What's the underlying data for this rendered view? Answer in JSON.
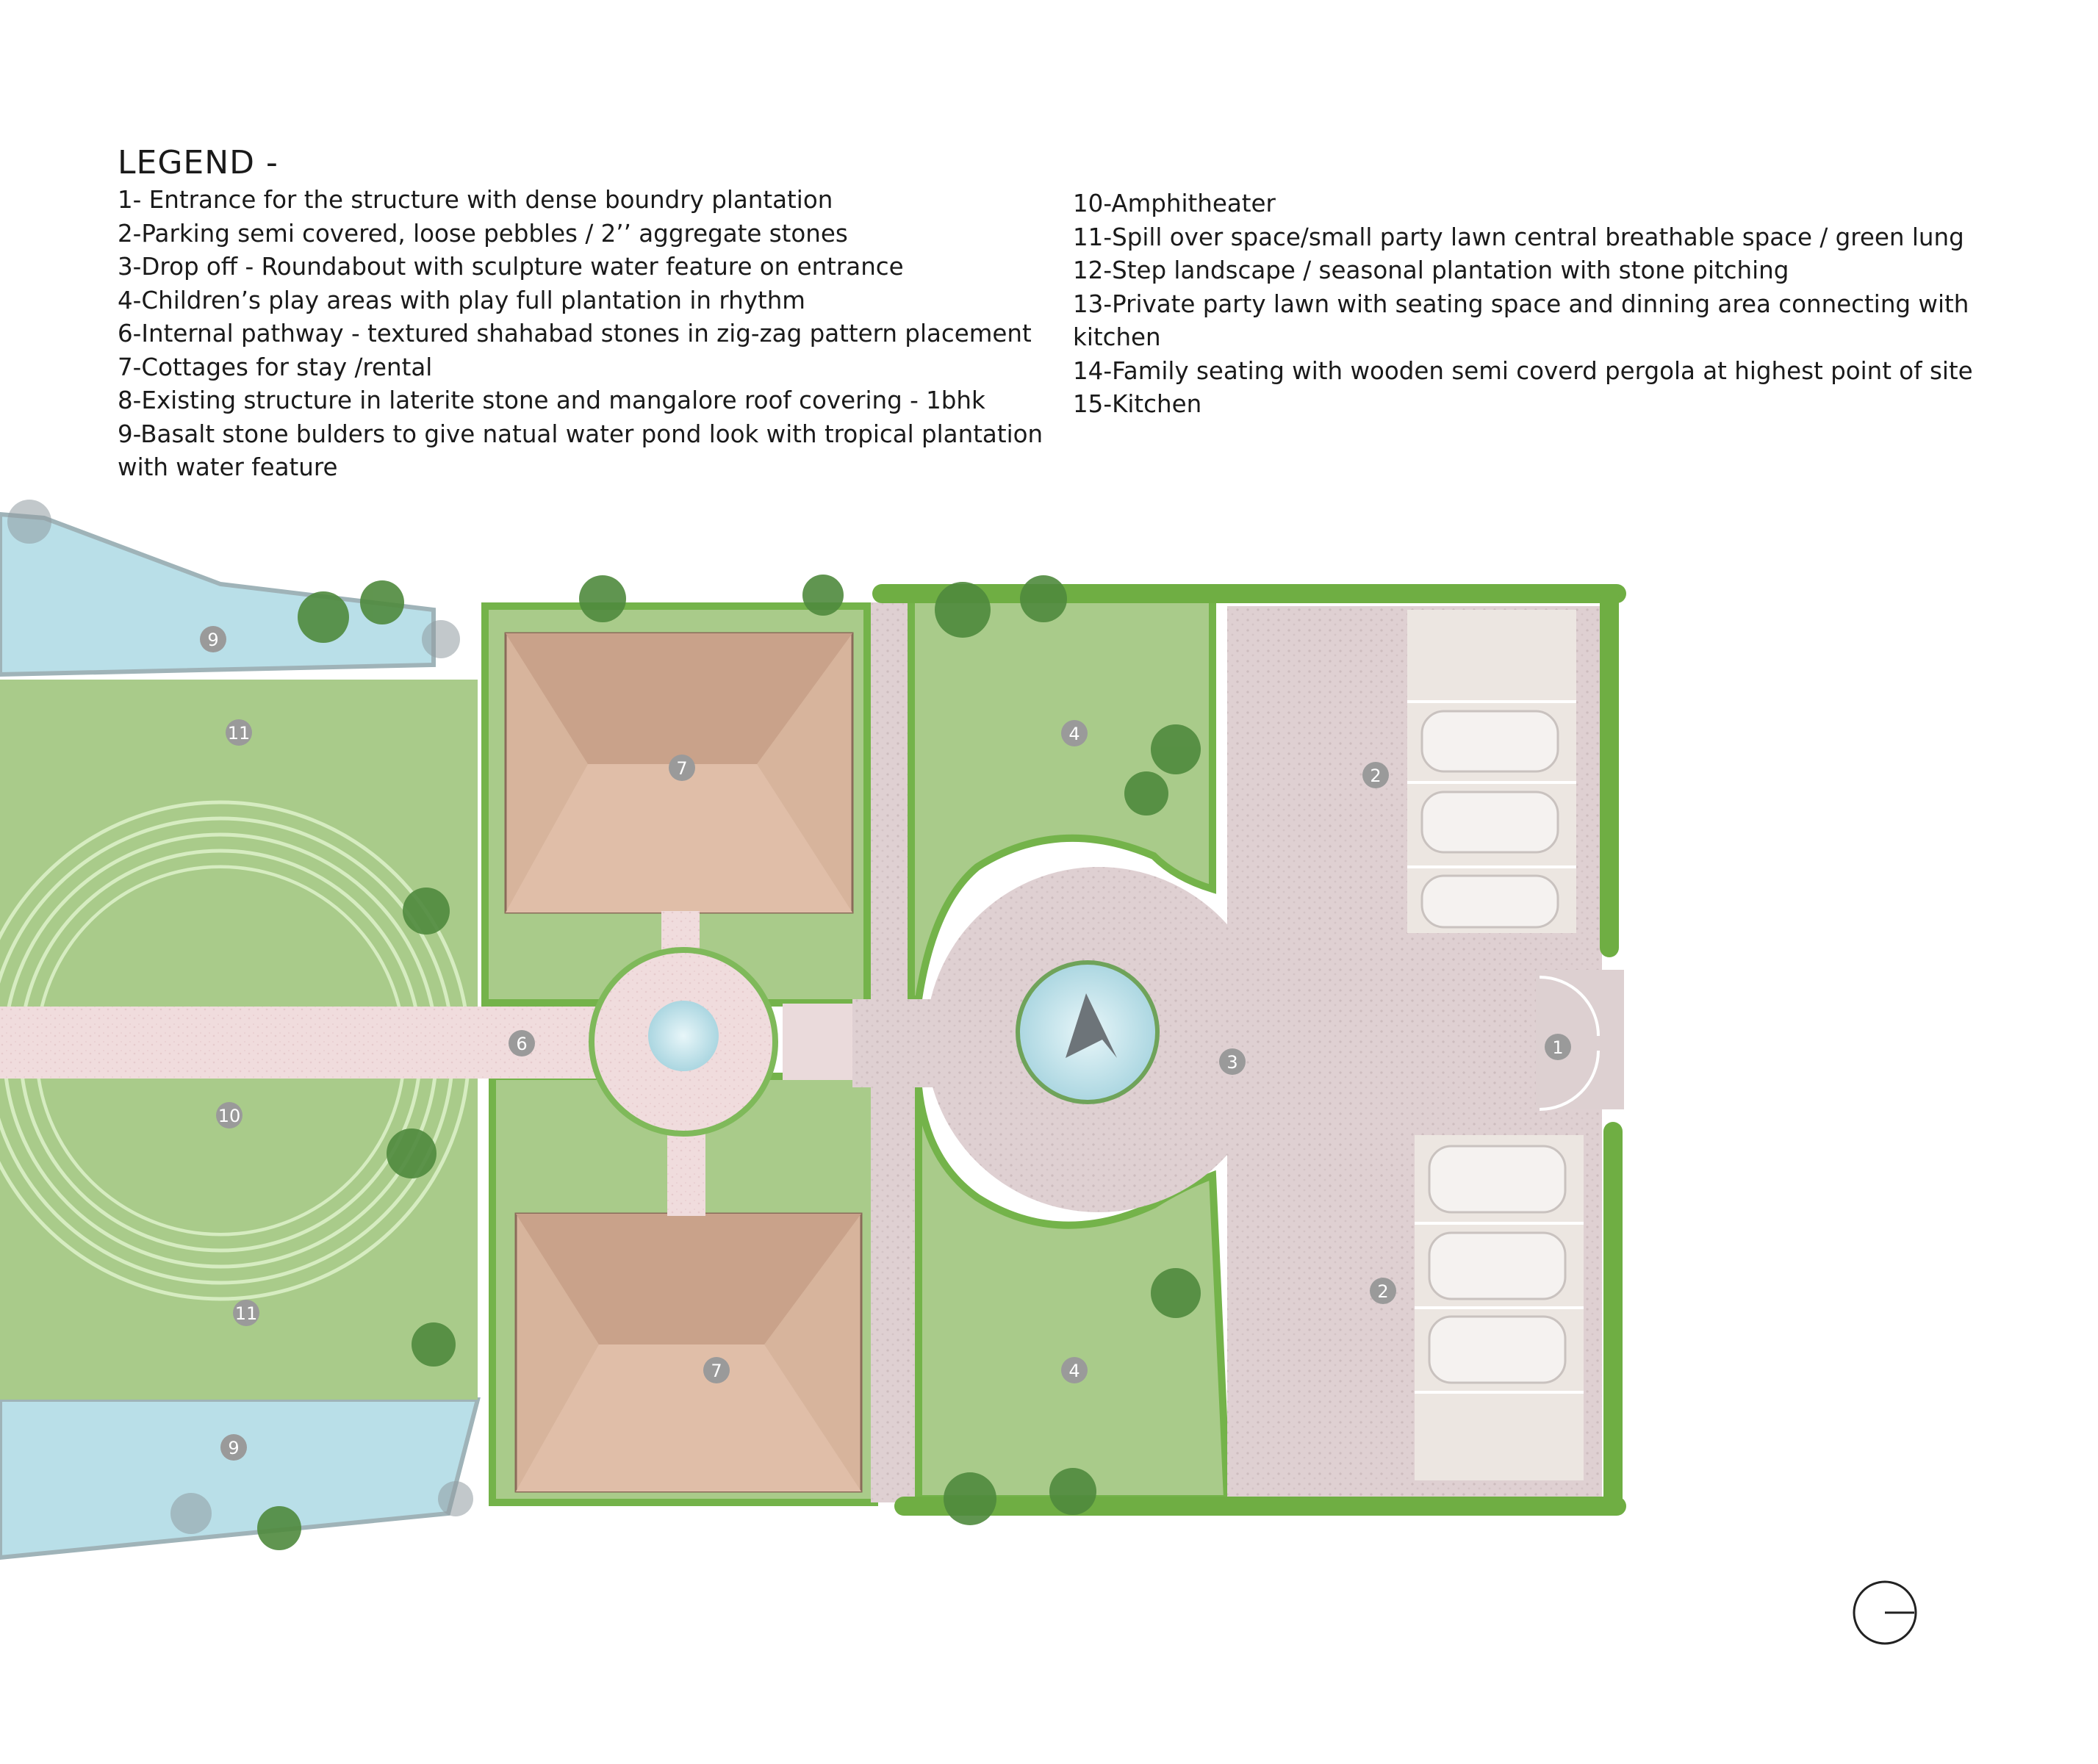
{
  "legend": {
    "title": "LEGEND -",
    "left_items": [
      "1- Entrance for the structure with dense boundry plantation",
      "2-Parking semi covered, loose pebbles / 2’’ aggregate stones",
      "3-Drop off - Roundabout with sculpture water feature on entrance",
      "4-Children’s play areas with play full plantation in rhythm",
      "6-Internal pathway - textured shahabad stones in zig-zag pattern placement",
      "7-Cottages for stay /rental",
      "8-Existing structure in laterite stone and mangalore roof covering - 1bhk",
      "9-Basalt stone bulders to give natual water pond look with tropical plantation with water feature"
    ],
    "right_items": [
      "10-Amphitheater",
      "11-Spill over space/small party lawn central breathable space / green lung",
      "12-Step landscape / seasonal plantation with stone pitching",
      "13-Private party lawn with seating space and dinning area connecting with kitchen",
      "14-Family seating with wooden semi coverd pergola at highest point of site",
      "15-Kitchen"
    ]
  },
  "plan_tags": {
    "pond_top": "9",
    "lawn_top": "11",
    "amphitheater": "10",
    "lawn_bottom": "11",
    "pond_bottom": "9",
    "cottage_top": "7",
    "cottage_bottom": "7",
    "pathway": "6",
    "play_top": "4",
    "play_bottom": "4",
    "dropoff": "3",
    "parking_top": "2",
    "parking_bottom": "2",
    "entrance": "1"
  },
  "colors": {
    "lawn": "#a9cb8a",
    "hedge": "#74b34a",
    "water": "#b6dde6",
    "roof": "#d7b49c",
    "path": "#efd9db",
    "parking": "#dccdcf",
    "tree": "#4f8a3d",
    "tag": "#9a9a9a"
  }
}
